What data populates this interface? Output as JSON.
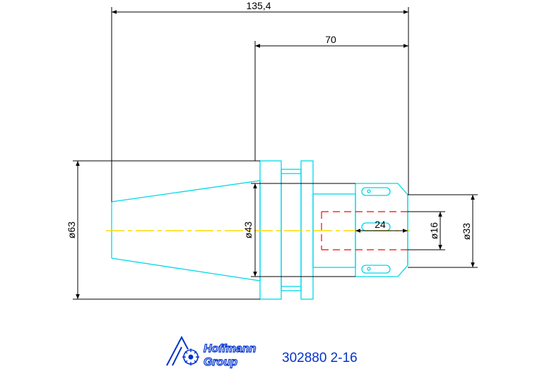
{
  "drawing": {
    "dimensions": {
      "overall_length": "135,4",
      "gauge_length": "70",
      "flange_diameter": "ø63",
      "taper_diameter": "ø43",
      "bore_depth": "24",
      "bore_diameter": "ø16",
      "nose_diameter": "ø33"
    },
    "colors": {
      "outline": "#00d8e8",
      "dimension": "#000000",
      "hidden_bore": "#ff0000",
      "centerline": "#ffd800",
      "brand": "#0033cc"
    }
  },
  "logo": {
    "line1": "Hoffmann",
    "line2": "Group"
  },
  "part_number": "302880 2-16"
}
